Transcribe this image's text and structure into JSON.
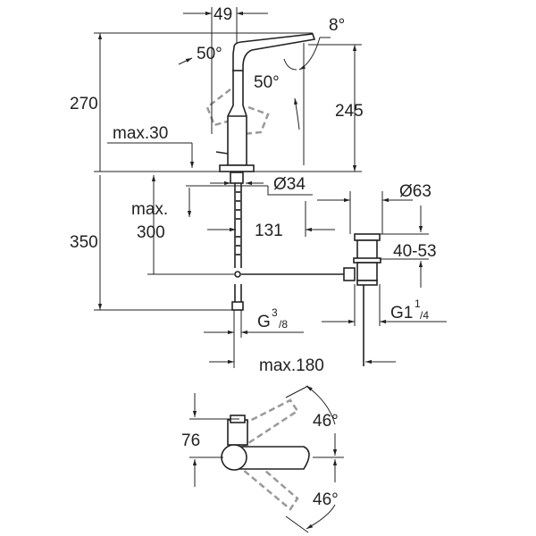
{
  "drawing": {
    "labels": {
      "width_49": "49",
      "angle_8": "8°",
      "angle_50_left": "50°",
      "angle_50_right": "50°",
      "height_270": "270",
      "height_245": "245",
      "max_30": "max.30",
      "dia_34": "Ø34",
      "dia_63": "Ø63",
      "max_300_a": "max.",
      "max_300_b": "300",
      "height_350": "350",
      "dist_131": "131",
      "range_40_53": "40-53",
      "thread_g38_g": "G",
      "thread_g38_num": "3",
      "thread_g38_den": "/8",
      "thread_g114_g": "G1",
      "thread_g114_num": "1",
      "thread_g114_den": "/4",
      "max_180": "max.180",
      "depth_76": "76",
      "angle_46_top": "46°",
      "angle_46_bottom": "46°"
    }
  }
}
